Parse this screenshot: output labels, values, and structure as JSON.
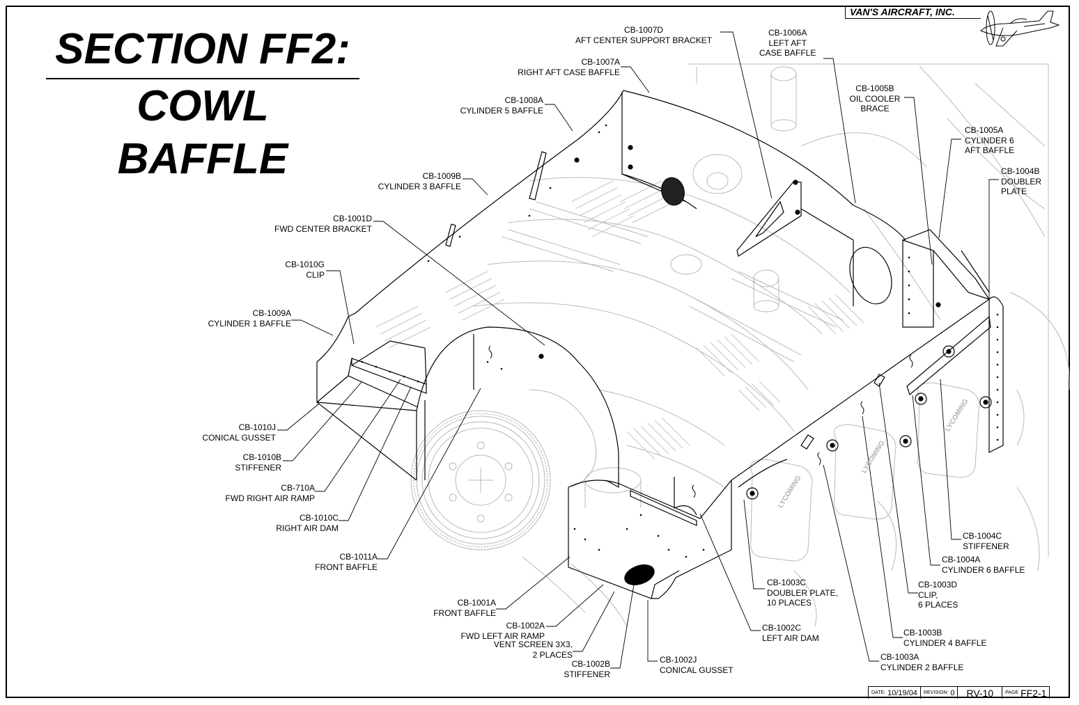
{
  "title": {
    "line1": "SECTION FF2:",
    "line2": "COWL",
    "line3": "BAFFLE"
  },
  "brand": "VAN'S AIRCRAFT, INC.",
  "icons": {
    "logo": "rv-airplane-logo-icon"
  },
  "callouts": [
    {
      "id": "cb-1007d",
      "text": "CB-1007D\nAFT CENTER SUPPORT BRACKET"
    },
    {
      "id": "cb-1006a",
      "text": "CB-1006A\nLEFT AFT\nCASE BAFFLE"
    },
    {
      "id": "cb-1007a",
      "text": "CB-1007A\nRIGHT AFT CASE BAFFLE"
    },
    {
      "id": "cb-1008a",
      "text": "CB-1008A\nCYLINDER 5 BAFFLE"
    },
    {
      "id": "cb-1005b",
      "text": "CB-1005B\nOIL COOLER\nBRACE"
    },
    {
      "id": "cb-1005a",
      "text": "CB-1005A\nCYLINDER 6\nAFT BAFFLE"
    },
    {
      "id": "cb-1004b",
      "text": "CB-1004B\nDOUBLER\nPLATE"
    },
    {
      "id": "cb-1009b",
      "text": "CB-1009B\nCYLINDER 3 BAFFLE"
    },
    {
      "id": "cb-1001d",
      "text": "CB-1001D\nFWD CENTER BRACKET"
    },
    {
      "id": "cb-1010g",
      "text": "CB-1010G\nCLIP"
    },
    {
      "id": "cb-1009a",
      "text": "CB-1009A\nCYLINDER 1 BAFFLE"
    },
    {
      "id": "cb-1010j",
      "text": "CB-1010J\nCONICAL GUSSET"
    },
    {
      "id": "cb-1010b",
      "text": "CB-1010B\nSTIFFENER"
    },
    {
      "id": "cb-710a",
      "text": "CB-710A\nFWD RIGHT AIR RAMP"
    },
    {
      "id": "cb-1010c",
      "text": "CB-1010C\nRIGHT AIR DAM"
    },
    {
      "id": "cb-1011a",
      "text": "CB-1011A\nFRONT BAFFLE"
    },
    {
      "id": "cb-1001a",
      "text": "CB-1001A\nFRONT BAFFLE"
    },
    {
      "id": "cb-1002a",
      "text": "CB-1002A\nFWD LEFT AIR RAMP"
    },
    {
      "id": "vent-screen",
      "text": "VENT SCREEN 3X3,\n2 PLACES"
    },
    {
      "id": "cb-1002b",
      "text": "CB-1002B\nSTIFFENER"
    },
    {
      "id": "cb-1002j",
      "text": "CB-1002J\nCONICAL GUSSET"
    },
    {
      "id": "cb-1003c",
      "text": "CB-1003C\nDOUBLER PLATE,\n10 PLACES"
    },
    {
      "id": "cb-1002c",
      "text": "CB-1002C\nLEFT AIR DAM"
    },
    {
      "id": "cb-1003d",
      "text": "CB-1003D\nCLIP,\n6 PLACES"
    },
    {
      "id": "cb-1004c",
      "text": "CB-1004C\nSTIFFENER"
    },
    {
      "id": "cb-1004a",
      "text": "CB-1004A\nCYLINDER 6 BAFFLE"
    },
    {
      "id": "cb-1003b",
      "text": "CB-1003B\nCYLINDER 4 BAFFLE"
    },
    {
      "id": "cb-1003a",
      "text": "CB-1003A\nCYLINDER 2 BAFFLE"
    }
  ],
  "engine_marking": "LYCOMING",
  "title_block": {
    "date_label": "DATE:",
    "date": "10/19/04",
    "revision_label": "REVISION:",
    "revision": "0",
    "model": "RV-10",
    "page_label": "PAGE",
    "page": "FF2-1"
  }
}
